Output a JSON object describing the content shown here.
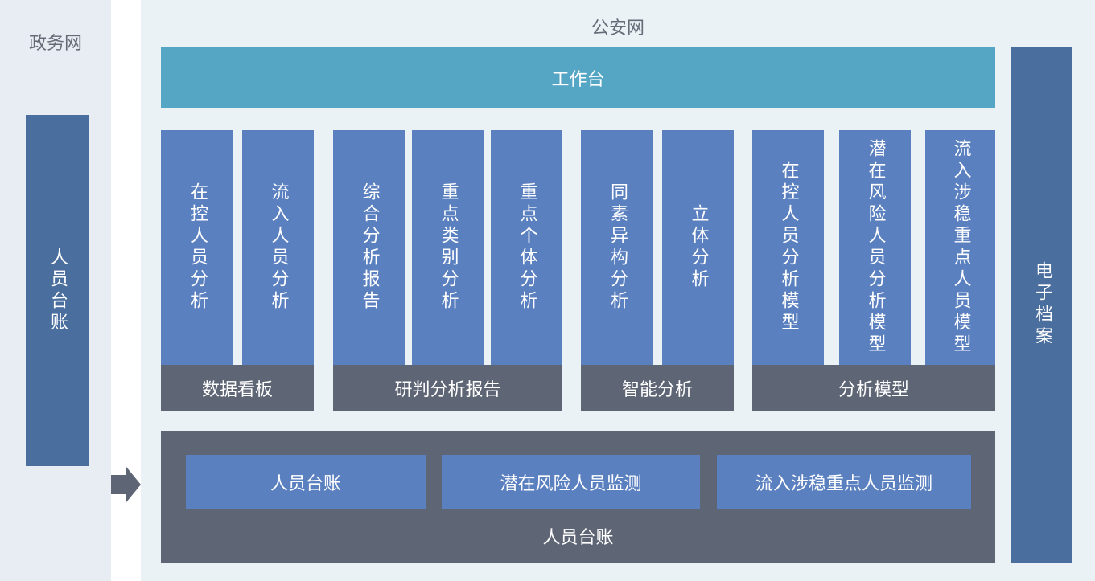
{
  "left_zone": {
    "title": "政务网",
    "box": "人员台账"
  },
  "right_zone": {
    "title": "公安网"
  },
  "workbench": "工作台",
  "archive": "电子档案",
  "groups": [
    {
      "label": "数据看板",
      "items": [
        "在控人员分析",
        "流入人员分析"
      ]
    },
    {
      "label": "研判分析报告",
      "items": [
        "综合分析报告",
        "重点类别分析",
        "重点个体分析"
      ]
    },
    {
      "label": "智能分析",
      "items": [
        "同素异构分析",
        "立体分析"
      ]
    },
    {
      "label": "分析模型",
      "items": [
        "在控人员分析模型",
        "潜在风险人员分析模型",
        "流入涉稳重点人员模型"
      ]
    }
  ],
  "ledger": {
    "label": "人员台账",
    "items": [
      "人员台账",
      "潜在风险人员监测",
      "流入涉稳重点人员监测"
    ]
  },
  "colors": {
    "workbench": "#55a5c4",
    "column": "#5b80c0",
    "group_label": "#5e6574",
    "side_bar": "#4a6e9e"
  }
}
